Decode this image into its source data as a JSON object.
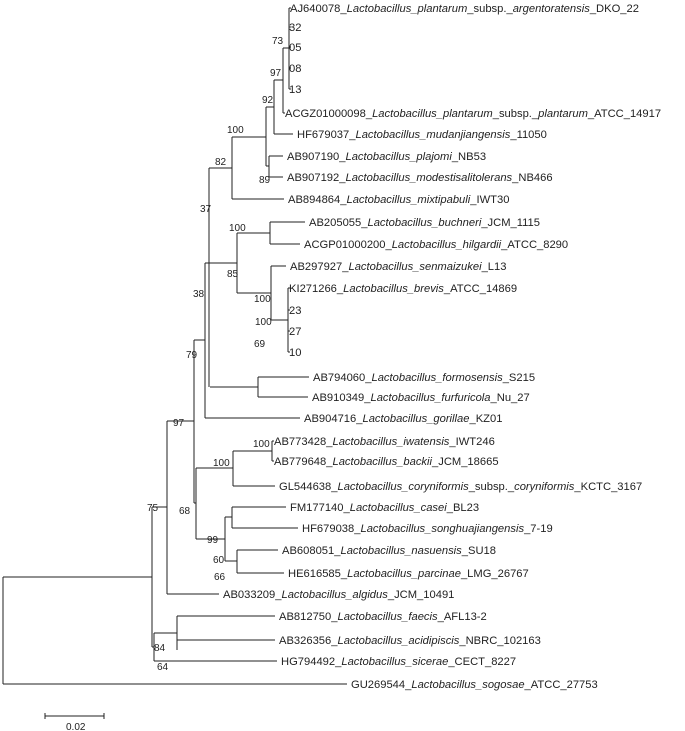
{
  "tree": {
    "taxa": [
      {
        "acc": "AJ640078",
        "genus": "Lactobacillus",
        "epithet": "plantarum",
        "strain": "DKO_22",
        "subsp": "argentoratensis"
      },
      {
        "num": "32"
      },
      {
        "num": "05"
      },
      {
        "num": "08"
      },
      {
        "num": "13"
      },
      {
        "acc": "ACGZ01000098",
        "genus": "Lactobacillus",
        "epithet": "plantarum",
        "strain": "ATCC_14917",
        "subsp": "plantarum"
      },
      {
        "acc": "HF679037",
        "genus": "Lactobacillus",
        "epithet": "mudanjiangensis",
        "strain": "11050"
      },
      {
        "acc": "AB907190",
        "genus": "Lactobacillus",
        "epithet": "plajomi",
        "strain": "NB53"
      },
      {
        "acc": "AB907192",
        "genus": "Lactobacillus",
        "epithet": "modestisalitolerans",
        "strain": "NB466"
      },
      {
        "acc": "AB894864",
        "genus": "Lactobacillus",
        "epithet": "mixtipabuli",
        "strain": "IWT30"
      },
      {
        "acc": "AB205055",
        "genus": "Lactobacillus",
        "epithet": "buchneri",
        "strain": "JCM_1115"
      },
      {
        "acc": "ACGP01000200",
        "genus": "Lactobacillus",
        "epithet": "hilgardii",
        "strain": "ATCC_8290"
      },
      {
        "acc": "AB297927",
        "genus": "Lactobacillus",
        "epithet": "senmaizukei",
        "strain": "L13"
      },
      {
        "acc": "KI271266",
        "genus": "Lactobacillus",
        "epithet": "brevis",
        "strain": "ATCC_14869"
      },
      {
        "num": "23"
      },
      {
        "num": "27"
      },
      {
        "num": "10"
      },
      {
        "acc": "AB794060",
        "genus": "Lactobacillus",
        "epithet": "formosensis",
        "strain": "S215"
      },
      {
        "acc": "AB910349",
        "genus": "Lactobacillus",
        "epithet": "furfuricola",
        "strain": "Nu_27"
      },
      {
        "acc": "AB904716",
        "genus": "Lactobacillus",
        "epithet": "gorillae",
        "strain": "KZ01"
      },
      {
        "acc": "AB773428",
        "genus": "Lactobacillus",
        "epithet": "iwatensis",
        "strain": "IWT246"
      },
      {
        "acc": "AB779648",
        "genus": "Lactobacillus",
        "epithet": "backii",
        "strain": "JCM_18665"
      },
      {
        "acc": "GL544638",
        "genus": "Lactobacillus",
        "epithet": "coryniformis",
        "strain": "KCTC_3167",
        "subsp": "coryniformis"
      },
      {
        "acc": "FM177140",
        "genus": "Lactobacillus",
        "epithet": "casei",
        "strain": "BL23"
      },
      {
        "acc": "HF679038",
        "genus": "Lactobacillus",
        "epithet": "songhuajiangensis",
        "strain": "7-19"
      },
      {
        "acc": "AB608051",
        "genus": "Lactobacillus",
        "epithet": "nasuensis",
        "strain": "SU18"
      },
      {
        "acc": "HE616585",
        "genus": "Lactobacillus",
        "epithet": "parcinae",
        "strain": "LMG_26767"
      },
      {
        "acc": "AB033209",
        "genus": "Lactobacillus",
        "epithet": "algidus",
        "strain": "JCM_10491"
      },
      {
        "acc": "AB812750",
        "genus": "Lactobacillus",
        "epithet": "faecis",
        "strain": "AFL13-2"
      },
      {
        "acc": "AB326356",
        "genus": "Lactobacillus",
        "epithet": "acidipiscis",
        "strain": "NBRC_102163"
      },
      {
        "acc": "HG794492",
        "genus": "Lactobacillus",
        "epithet": "sicerae",
        "strain": "CECT_8227"
      },
      {
        "acc": "GU269544",
        "genus": "Lactobacillus",
        "epithet": "sogosae",
        "strain": "ATCC_27753"
      }
    ],
    "bootstrap": [
      "73",
      "97",
      "92",
      "100",
      "89",
      "82",
      "37",
      "100",
      "85",
      "100",
      "100",
      "69",
      "38",
      "79",
      "100",
      "97",
      "100",
      "68",
      "99",
      "60",
      "66",
      "75",
      "84",
      "64"
    ],
    "scale_bar_label": "0.02"
  }
}
